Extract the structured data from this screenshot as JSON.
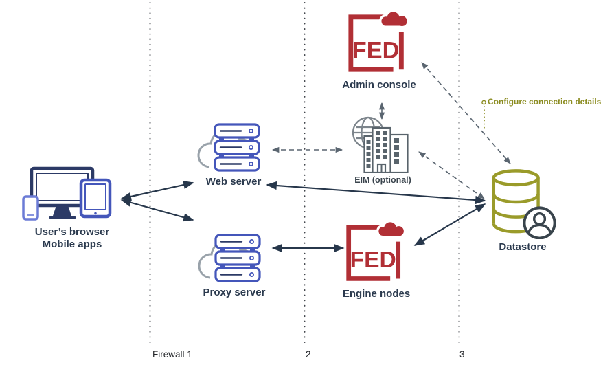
{
  "nodes": {
    "user": {
      "label_line1": "User’s browser",
      "label_line2": "Mobile apps"
    },
    "web_server": {
      "label": "Web server"
    },
    "proxy_server": {
      "label": "Proxy server"
    },
    "admin_console": {
      "label": "Admin console",
      "logo_text": "FED"
    },
    "eim": {
      "label": "EIM (optional)"
    },
    "engine_nodes": {
      "label": "Engine nodes",
      "logo_text": "FED"
    },
    "datastore": {
      "label": "Datastore"
    }
  },
  "annotations": {
    "configure_connection_details": "Configure connection details"
  },
  "firewalls": [
    {
      "label": "Firewall 1"
    },
    {
      "label": "2"
    },
    {
      "label": "3"
    }
  ],
  "edges": [
    {
      "from": "user",
      "to": "web_server",
      "style": "solid",
      "arrows": "both"
    },
    {
      "from": "user",
      "to": "proxy_server",
      "style": "solid",
      "arrows": "both"
    },
    {
      "from": "web_server",
      "to": "datastore",
      "style": "solid",
      "arrows": "both"
    },
    {
      "from": "proxy_server",
      "to": "engine_nodes",
      "style": "solid",
      "arrows": "both"
    },
    {
      "from": "engine_nodes",
      "to": "datastore",
      "style": "solid",
      "arrows": "both"
    },
    {
      "from": "web_server",
      "to": "eim",
      "style": "dashed",
      "arrows": "both"
    },
    {
      "from": "admin_console",
      "to": "eim",
      "style": "dashed",
      "arrows": "both"
    },
    {
      "from": "eim",
      "to": "datastore",
      "style": "dashed",
      "arrows": "both"
    },
    {
      "from": "admin_console",
      "to": "datastore",
      "style": "dashed",
      "arrows": "both"
    }
  ],
  "colors": {
    "navy": "#27374b",
    "server_blue": "#4456ba",
    "fed_red": "#b12f35",
    "datastore_olive": "#9a9b2a",
    "dashed_gray": "#5a6570",
    "cloud_gray": "#99a2aa"
  }
}
